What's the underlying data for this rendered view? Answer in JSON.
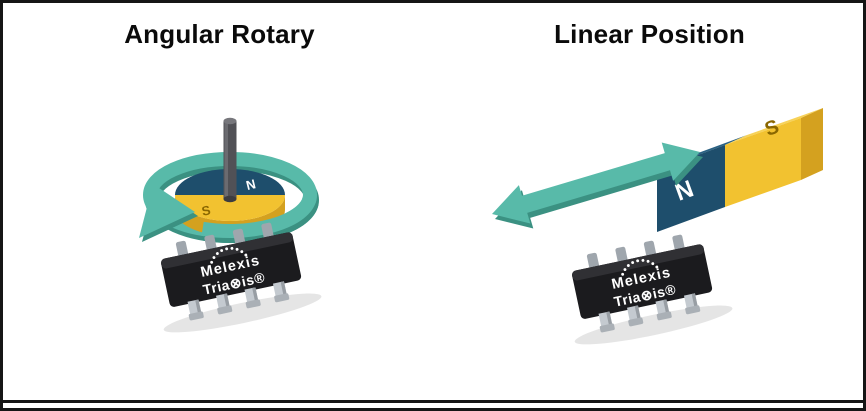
{
  "frame": {
    "background": "#FFFFFF",
    "border_color": "#151515"
  },
  "panels": [
    {
      "title": "Angular Rotary",
      "magnet": {
        "north_label": "N",
        "south_label": "S"
      },
      "chip": {
        "brand": "Melexis",
        "product": "Tria⊗is®"
      }
    },
    {
      "title": "Linear Position",
      "magnet": {
        "north_label": "N",
        "south_label": "S"
      },
      "chip": {
        "brand": "Melexis",
        "product": "Tria⊗is®"
      }
    }
  ],
  "colors": {
    "teal": "#58BAA9",
    "teal_shadow": "#3B9182",
    "navy": "#1E4E6C",
    "navy_top": "#2A6183",
    "yellow": "#F2C230",
    "yellow_top": "#F7D258",
    "yellow_shade": "#D4A11F",
    "shaft_gray": "#515156",
    "chip_body": "#1B1B1E",
    "pin_metal": "#C4CAD0",
    "title_text": "#0A0A0A",
    "border": "#151515"
  }
}
